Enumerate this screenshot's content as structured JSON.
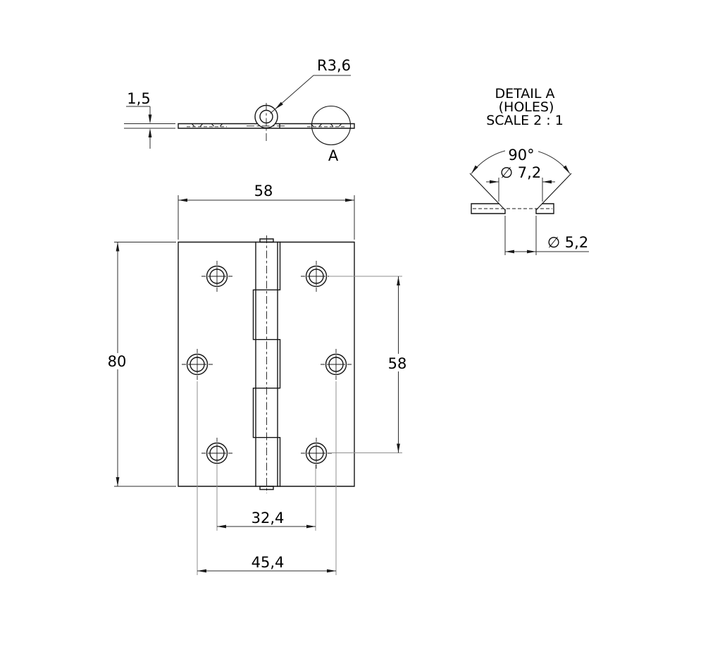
{
  "drawing": {
    "colors": {
      "background": "#ffffff",
      "geometry_line": "#141414",
      "dimension_line": "#2e2e2e",
      "extension_line": "#8f8f8f",
      "text": "#000000"
    },
    "side_view": {
      "thickness": "1,5",
      "knuckle_radius": "R3,6",
      "detail_label": "A"
    },
    "front_view": {
      "width": "58",
      "height": "80",
      "hole_column_height": "58",
      "hole_spacing_inner": "32,4",
      "hole_spacing_outer": "45,4"
    },
    "detail_a": {
      "title": "DETAIL A",
      "subtitle": "(HOLES)",
      "scale_note": "SCALE 2 : 1",
      "countersink_angle": "90°",
      "countersink_diameter": "∅ 7,2",
      "hole_diameter": "∅ 5,2"
    }
  }
}
